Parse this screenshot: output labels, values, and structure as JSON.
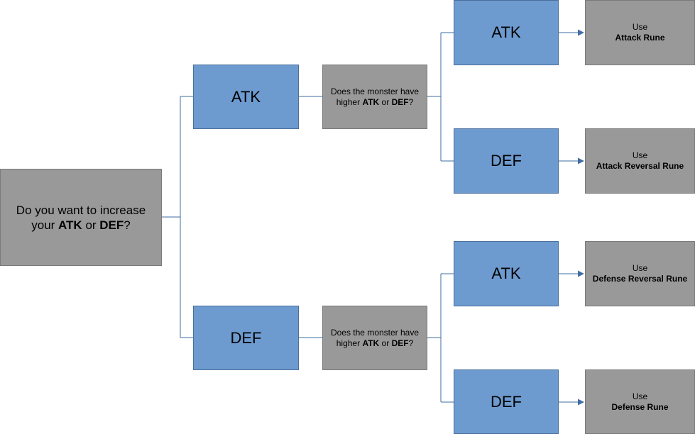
{
  "root": {
    "line1": "Do you want to increase",
    "line2_prefix": "your ",
    "atk": "ATK",
    "or": " or ",
    "def": "DEF",
    "qmark": "?"
  },
  "branch_top": {
    "choice": "ATK",
    "question": {
      "line1": "Does the monster have",
      "line2_prefix": "higher ",
      "atk": "ATK",
      "or": " or ",
      "def": "DEF",
      "qmark": "?"
    },
    "sub_choice_a": "ATK",
    "sub_choice_b": "DEF",
    "result_a": {
      "use": "Use",
      "rune": "Attack Rune"
    },
    "result_b": {
      "use": "Use",
      "rune": "Attack Reversal Rune"
    }
  },
  "branch_bottom": {
    "choice": "DEF",
    "question": {
      "line1": "Does the monster have",
      "line2_prefix": "higher ",
      "atk": "ATK",
      "or": " or ",
      "def": "DEF",
      "qmark": "?"
    },
    "sub_choice_a": "ATK",
    "sub_choice_b": "DEF",
    "result_a": {
      "use": "Use",
      "rune": "Defense Reversal Rune"
    },
    "result_b": {
      "use": "Use",
      "rune": "Defense Rune"
    }
  },
  "colors": {
    "question_box": "#999999",
    "choice_box": "#6d9bd0",
    "connector": "#3e6ea3"
  }
}
